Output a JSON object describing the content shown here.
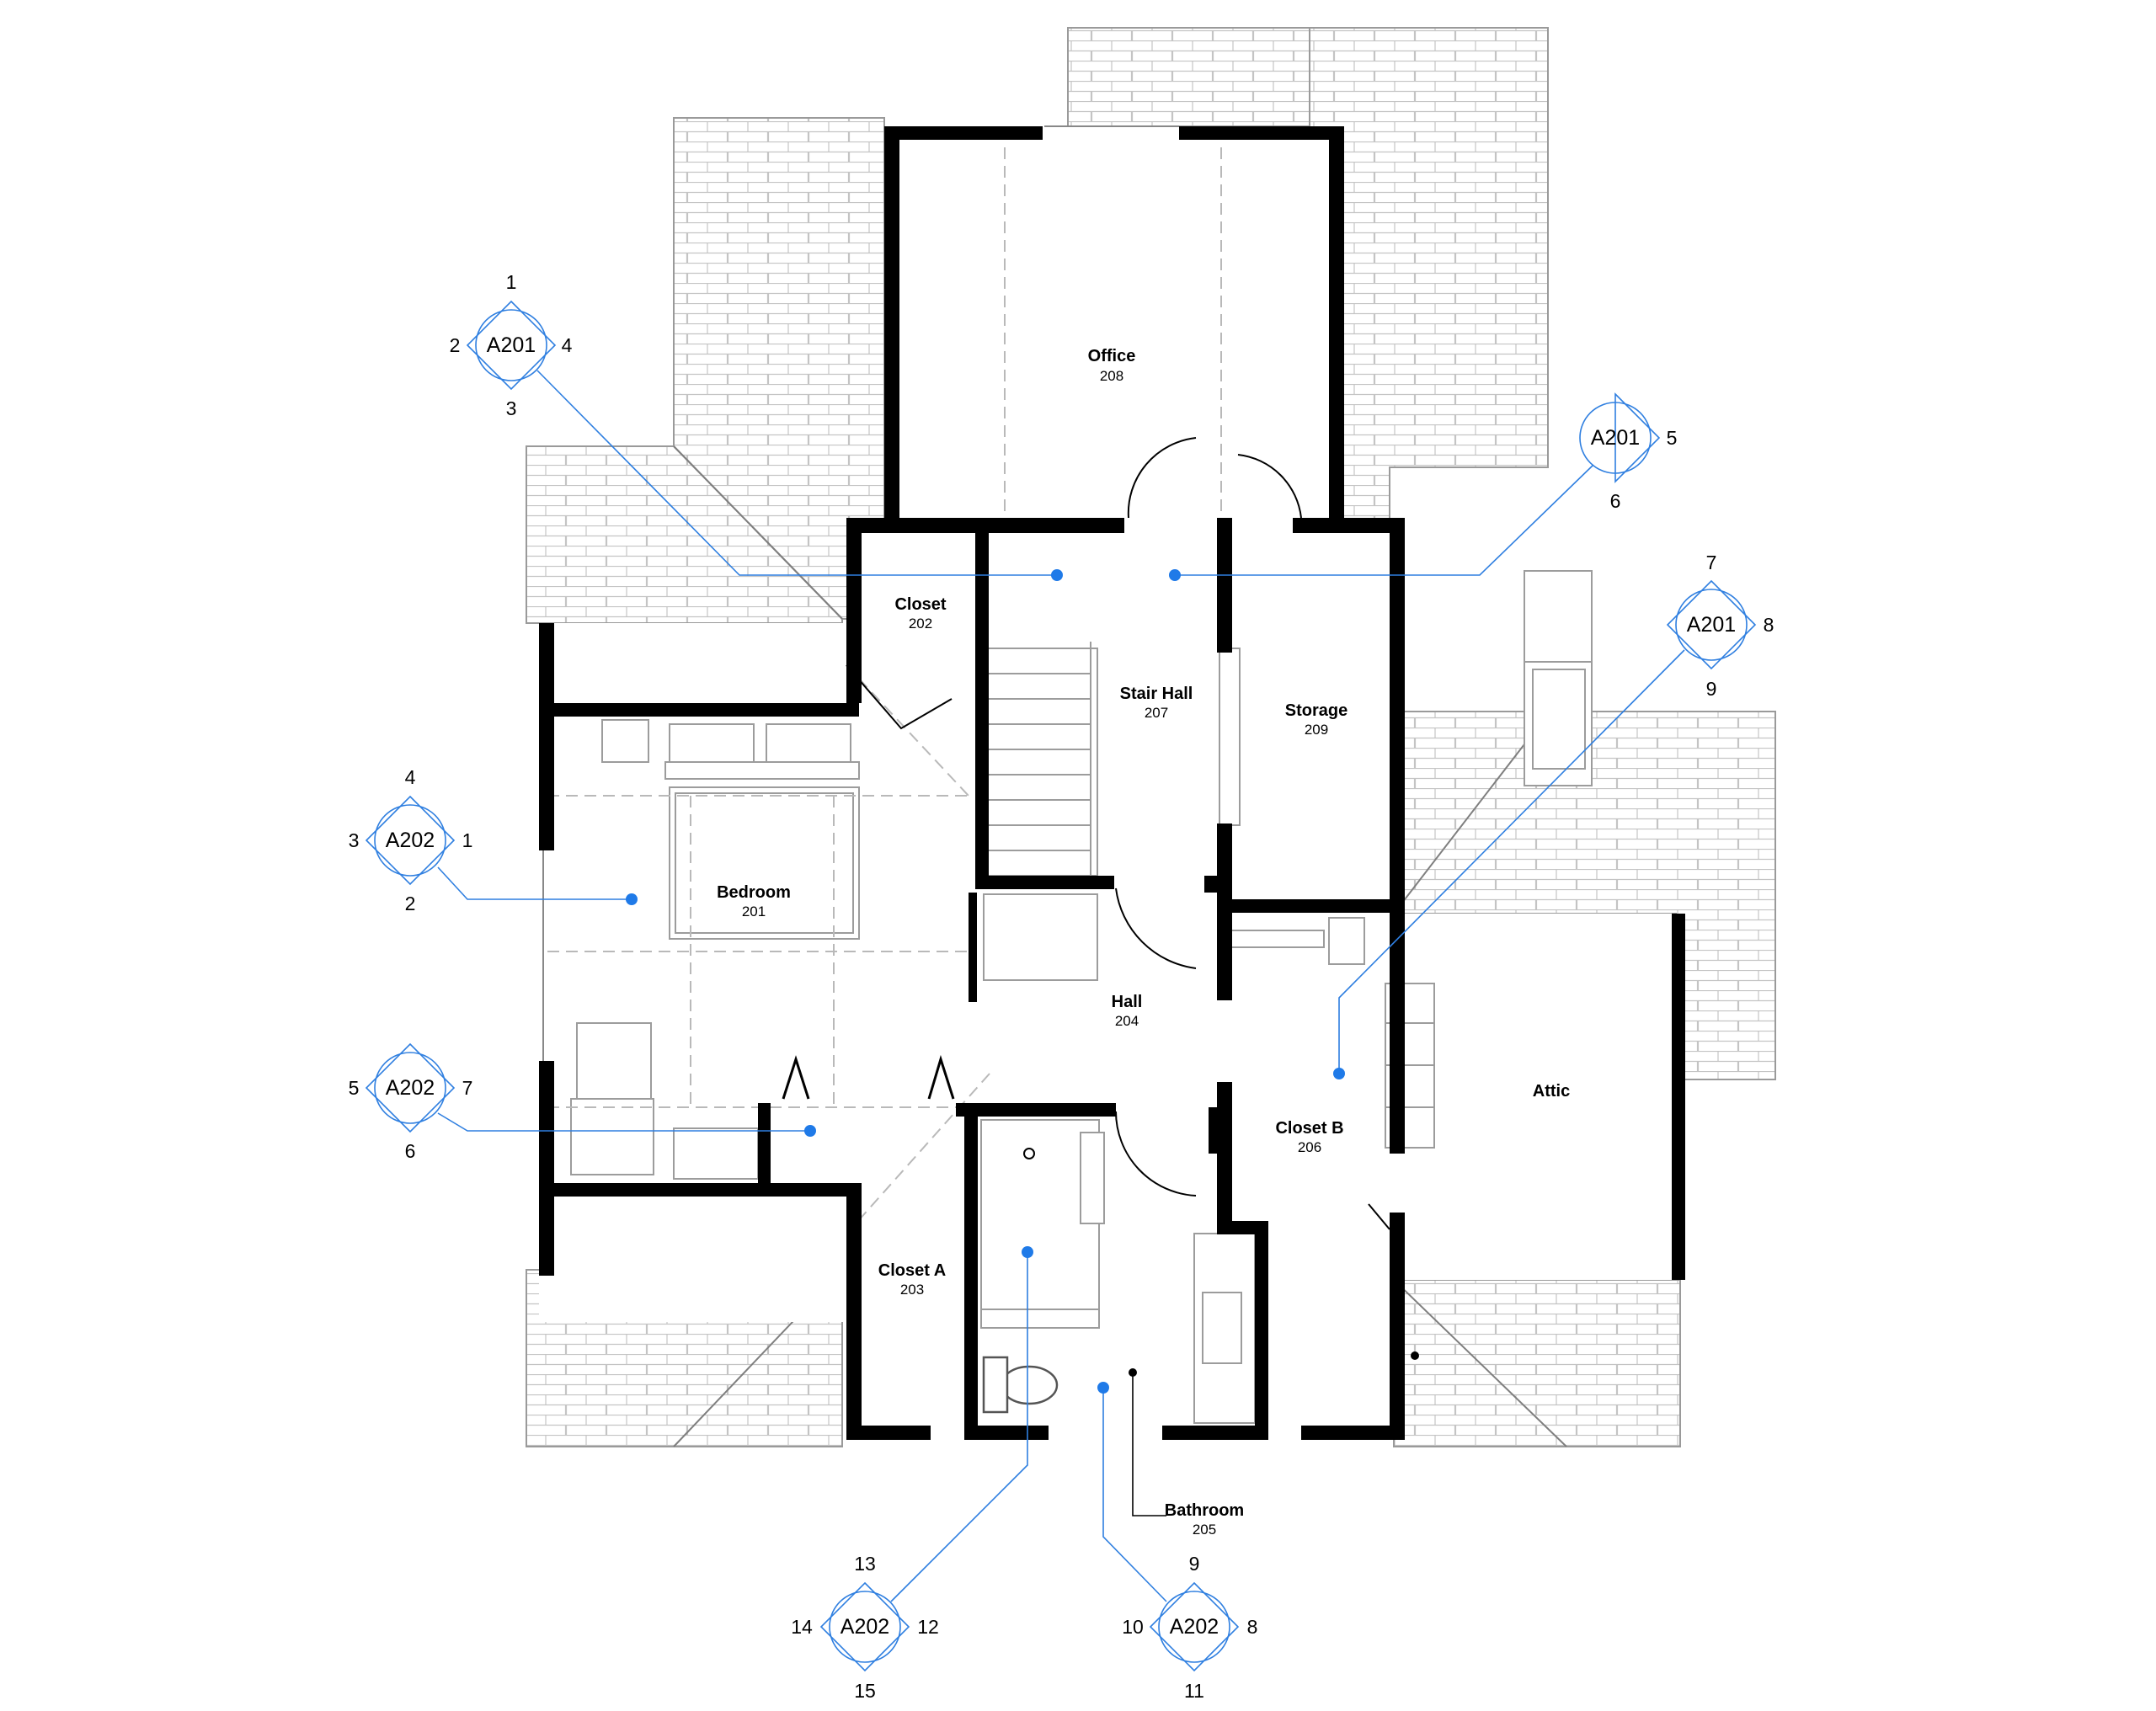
{
  "rooms": [
    {
      "name": "Office",
      "number": "208"
    },
    {
      "name": "Closet",
      "number": "202"
    },
    {
      "name": "Stair Hall",
      "number": "207"
    },
    {
      "name": "Storage",
      "number": "209"
    },
    {
      "name": "Bedroom",
      "number": "201"
    },
    {
      "name": "Hall",
      "number": "204"
    },
    {
      "name": "Closet B",
      "number": "206"
    },
    {
      "name": "Attic",
      "number": ""
    },
    {
      "name": "Closet A",
      "number": "203"
    },
    {
      "name": "Bathroom",
      "number": "205"
    }
  ],
  "elevation_tags": [
    {
      "sheet": "A201",
      "n1": "1",
      "n2": "2",
      "n3": "3",
      "n4": "4"
    },
    {
      "sheet": "A201",
      "n1": "5",
      "n2": "6"
    },
    {
      "sheet": "A201",
      "n1": "7",
      "n2": "8",
      "n3": "9"
    },
    {
      "sheet": "A202",
      "n1": "4",
      "n2": "3",
      "n3": "1",
      "n4": "2"
    },
    {
      "sheet": "A202",
      "n1": "5",
      "n2": "7",
      "n3": "6"
    },
    {
      "sheet": "A202",
      "n1": "13",
      "n2": "14",
      "n3": "12",
      "n4": "15"
    },
    {
      "sheet": "A202",
      "n1": "9",
      "n2": "10",
      "n3": "8",
      "n4": "11"
    }
  ],
  "colors": {
    "tag": "#2f7fe0",
    "dot": "#1f7ae8",
    "wall": "#000000",
    "roof": "#9a9a9a"
  }
}
